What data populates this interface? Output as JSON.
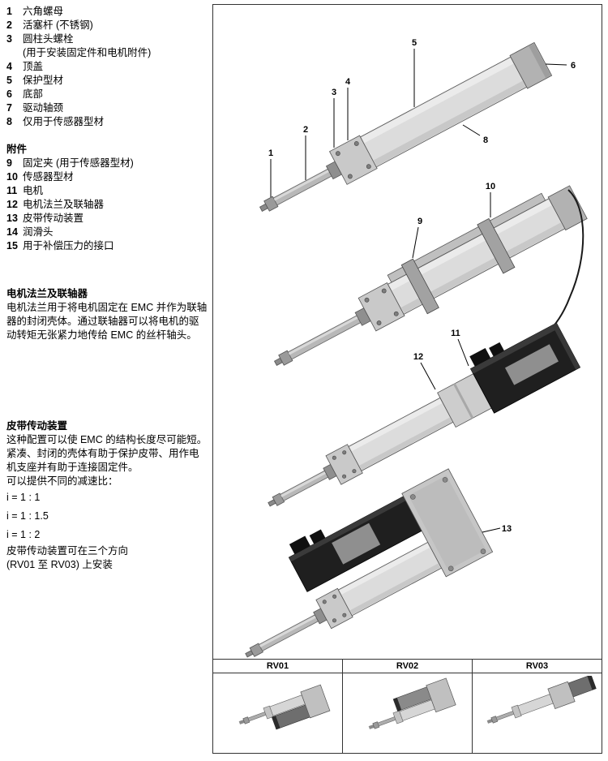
{
  "parts_list": {
    "items": [
      {
        "num": "1",
        "label": "六角螺母"
      },
      {
        "num": "2",
        "label": "活塞杆 (不锈钢)"
      },
      {
        "num": "3",
        "label": "圆柱头螺栓",
        "sub": "(用于安装固定件和电机附件)"
      },
      {
        "num": "4",
        "label": "顶盖"
      },
      {
        "num": "5",
        "label": "保护型材"
      },
      {
        "num": "6",
        "label": "底部"
      },
      {
        "num": "7",
        "label": "驱动轴颈"
      },
      {
        "num": "8",
        "label": "仅用于传感器型材"
      }
    ]
  },
  "accessories": {
    "heading": "附件",
    "items": [
      {
        "num": "9",
        "label": "固定夹 (用于传感器型材)"
      },
      {
        "num": "10",
        "label": "传感器型材"
      },
      {
        "num": "11",
        "label": "电机"
      },
      {
        "num": "12",
        "label": "电机法兰及联轴器"
      },
      {
        "num": "13",
        "label": "皮带传动装置"
      },
      {
        "num": "14",
        "label": "润滑头"
      },
      {
        "num": "15",
        "label": "用于补偿压力的接口"
      }
    ]
  },
  "section_flange": {
    "heading": "电机法兰及联轴器",
    "body": "电机法兰用于将电机固定在 EMC 并作为联轴器的封闭壳体。通过联轴器可以将电机的驱动转矩无张紧力地传给 EMC 的丝杆轴头。"
  },
  "section_belt": {
    "heading": "皮带传动装置",
    "body1": "这种配置可以使 EMC 的结构长度尽可能短。",
    "body2": "紧凑、封闭的壳体有助于保护皮带、用作电机支座并有助于连接固定件。",
    "ratio_intro": "可以提供不同的减速比：",
    "ratios": [
      "i = 1 : 1",
      "i = 1 : 1.5",
      "i = 1 : 2"
    ],
    "note1": "皮带传动装置可在三个方向",
    "note2": "(RV01 至 RV03) 上安装"
  },
  "figure": {
    "callouts": {
      "c1": "1",
      "c2": "2",
      "c3": "3",
      "c4": "4",
      "c5": "5",
      "c6": "6",
      "c8": "8",
      "c9": "9",
      "c10": "10",
      "c11": "11",
      "c12": "12",
      "c13": "13"
    }
  },
  "rv_table": {
    "headers": [
      "RV01",
      "RV02",
      "RV03"
    ]
  }
}
